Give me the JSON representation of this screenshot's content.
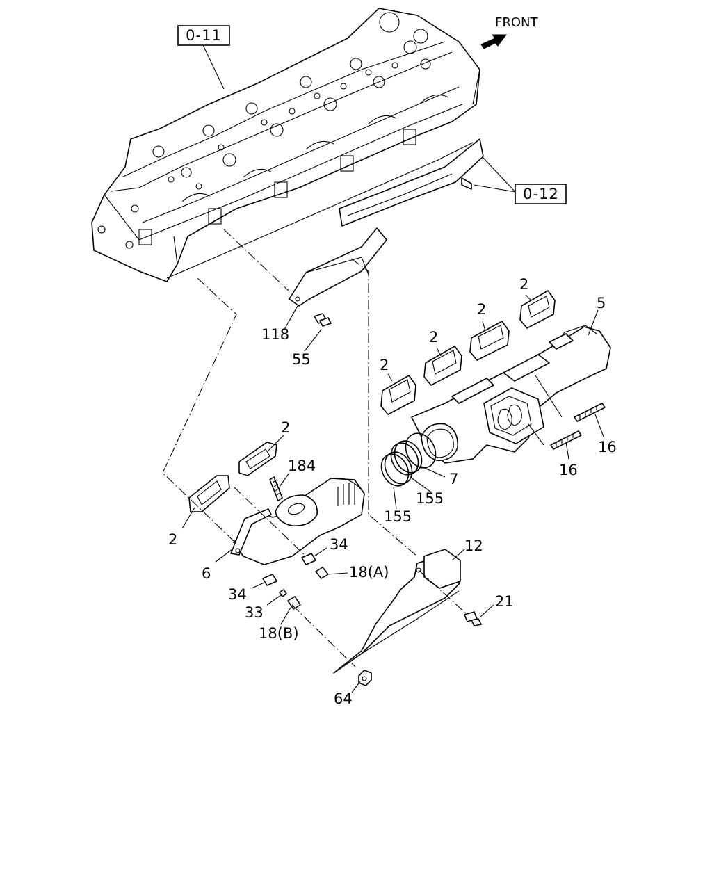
{
  "diagram": {
    "direction_label": "FRONT",
    "references": {
      "cylinder_head": "0-11",
      "heat_shield": "0-12"
    },
    "callouts": {
      "c_118": "118",
      "c_55": "55",
      "c_2a": "2",
      "c_2b": "2",
      "c_2c": "2",
      "c_2d": "2",
      "c_2e": "2",
      "c_2f": "2",
      "c_5": "5",
      "c_16a": "16",
      "c_16b": "16",
      "c_7": "7",
      "c_155a": "155",
      "c_155b": "155",
      "c_184": "184",
      "c_34a": "34",
      "c_34b": "34",
      "c_6": "6",
      "c_18a": "18(A)",
      "c_33": "33",
      "c_18b": "18(B)",
      "c_12": "12",
      "c_21": "21",
      "c_64": "64"
    }
  }
}
